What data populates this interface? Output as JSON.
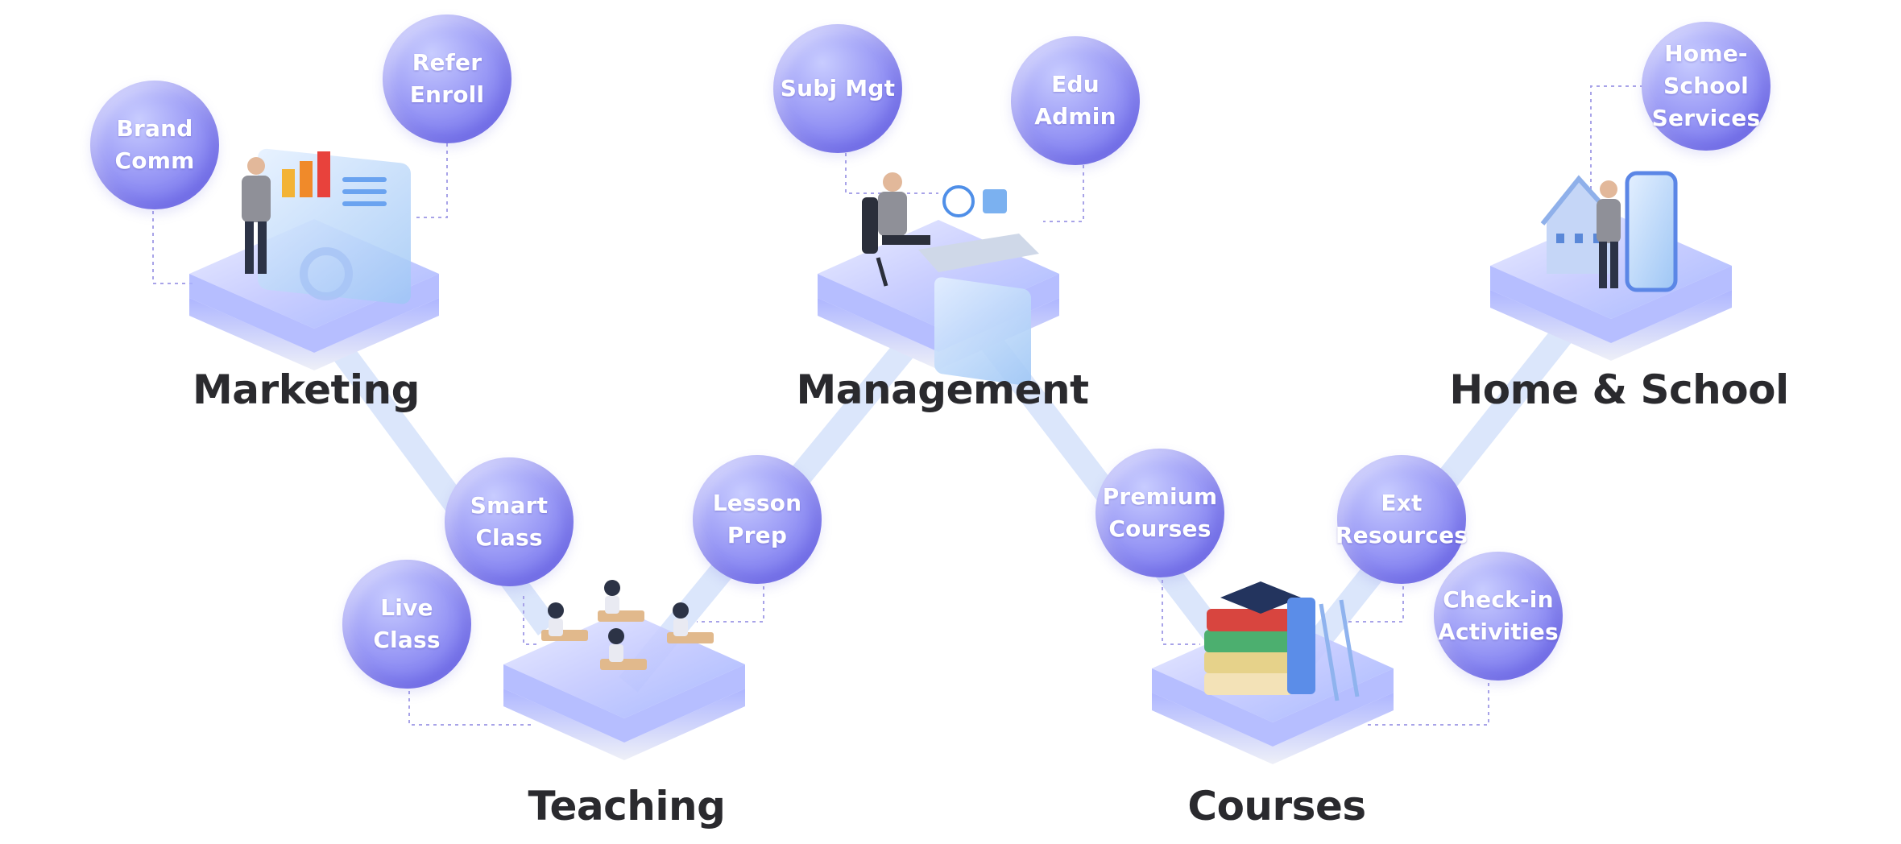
{
  "categories": [
    {
      "label": "Marketing"
    },
    {
      "label": "Management"
    },
    {
      "label": "Home & School"
    },
    {
      "label": "Teaching"
    },
    {
      "label": "Courses"
    }
  ],
  "bubbles": [
    {
      "label": "Brand\nComm"
    },
    {
      "label": "Refer\nEnroll"
    },
    {
      "label": "Subj Mgt"
    },
    {
      "label": "Edu Admin"
    },
    {
      "label": "Home-\nSchool\nServices"
    },
    {
      "label": "Smart\nClass"
    },
    {
      "label": "Live Class"
    },
    {
      "label": "Lesson\nPrep"
    },
    {
      "label": "Premium\nCourses"
    },
    {
      "label": "Ext\nResources"
    },
    {
      "label": "Check-in\nActivities"
    }
  ],
  "colors": {
    "bubble": "#8f8cf3",
    "platform": "#b6c0ff",
    "path": "#dbe6fb",
    "connector": "#a8a3e8",
    "label": "#2a2a2e"
  }
}
